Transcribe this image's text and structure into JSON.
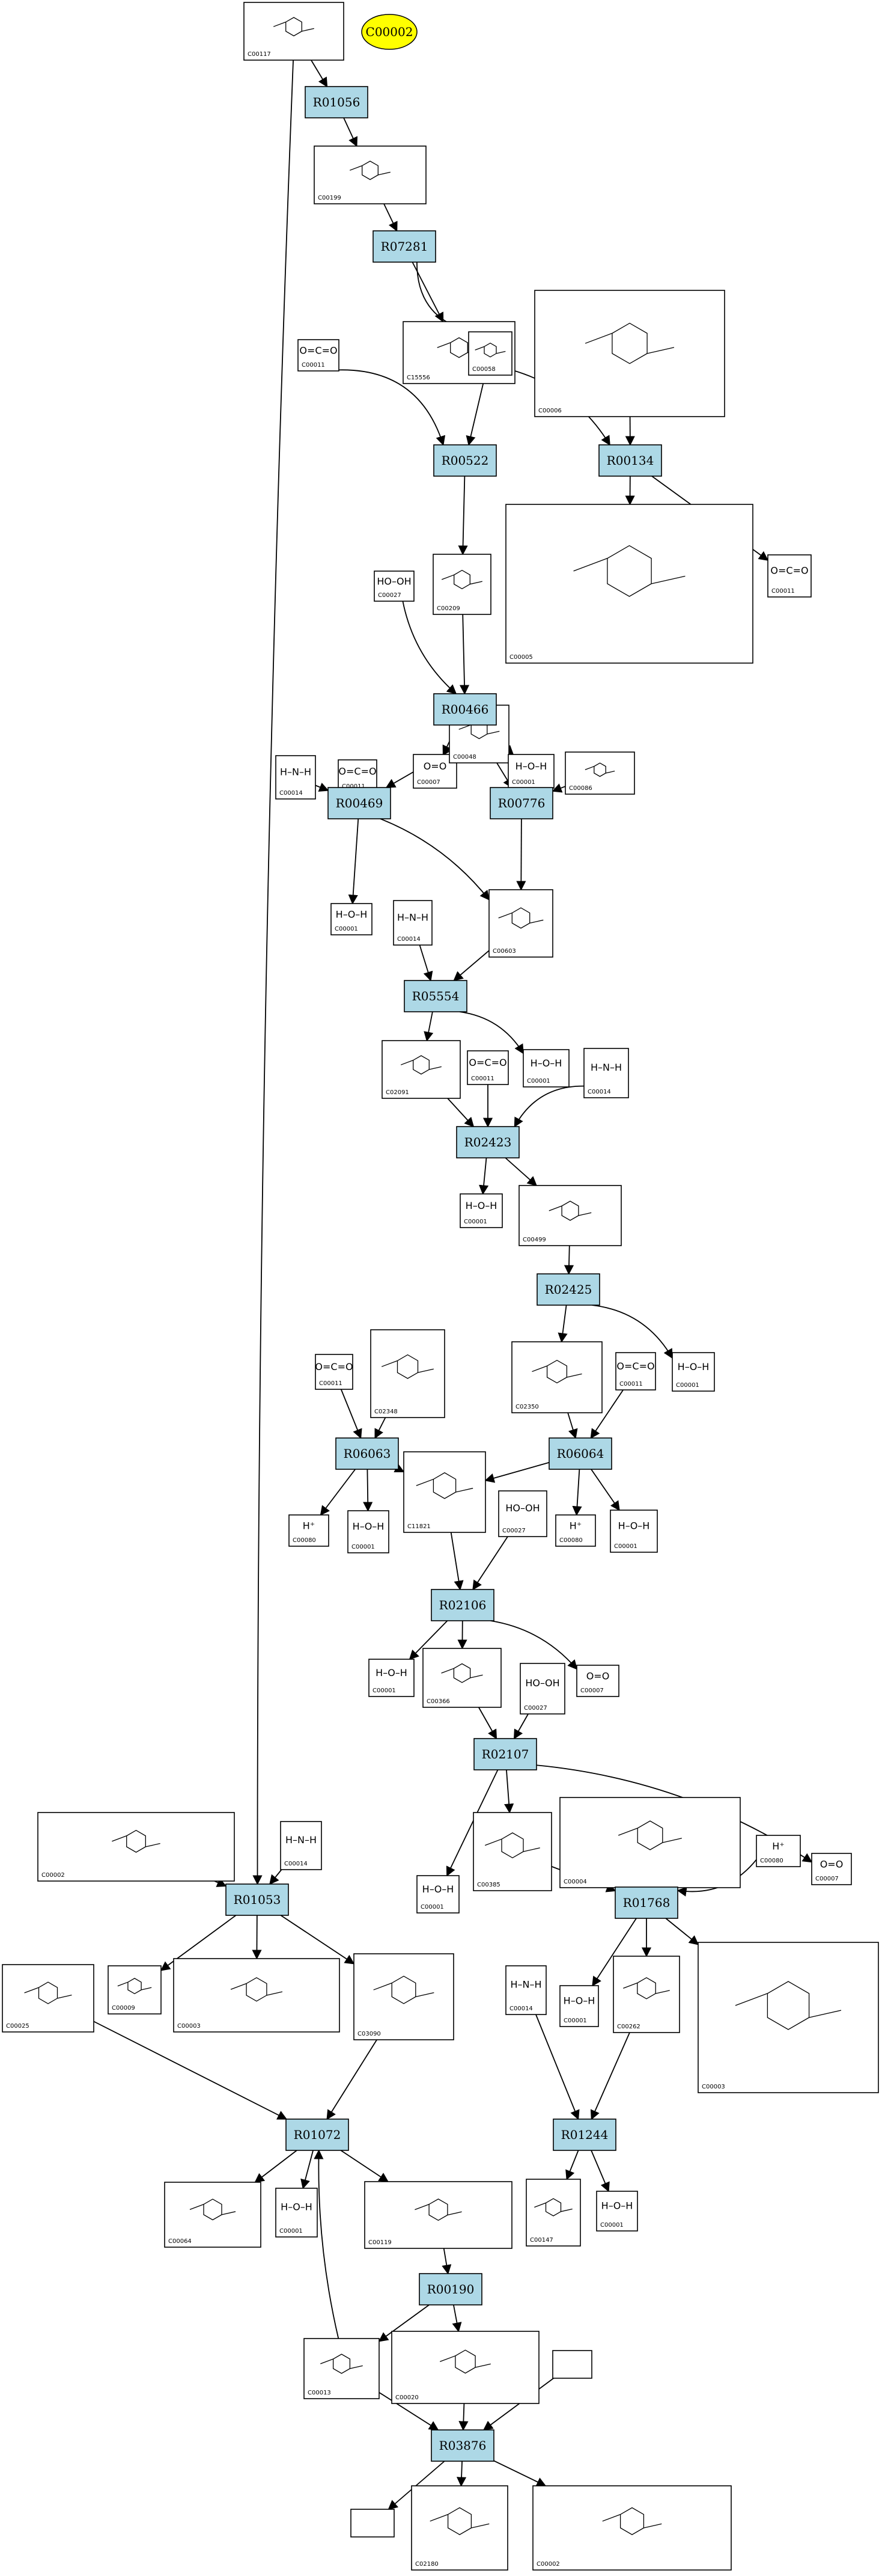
{
  "legend": {
    "label": "C00002"
  },
  "reactions": [
    {
      "id": "R01056"
    },
    {
      "id": "R07281"
    },
    {
      "id": "R00522"
    },
    {
      "id": "R00134"
    },
    {
      "id": "R00466"
    },
    {
      "id": "R00469"
    },
    {
      "id": "R00776"
    },
    {
      "id": "R05554"
    },
    {
      "id": "R02423"
    },
    {
      "id": "R02425"
    },
    {
      "id": "R06063"
    },
    {
      "id": "R06064"
    },
    {
      "id": "R02106"
    },
    {
      "id": "R02107"
    },
    {
      "id": "R01053"
    },
    {
      "id": "R01768"
    },
    {
      "id": "R01072"
    },
    {
      "id": "R01244"
    },
    {
      "id": "R00190"
    },
    {
      "id": "R03876"
    }
  ],
  "compounds": [
    {
      "id": "C00117",
      "formula": ""
    },
    {
      "id": "C00199",
      "formula": ""
    },
    {
      "id": "C15556",
      "formula": ""
    },
    {
      "id": "C00011",
      "formula": "O=C=O"
    },
    {
      "id": "C00058",
      "formula": ""
    },
    {
      "id": "C00006",
      "formula": ""
    },
    {
      "id": "C00005",
      "formula": ""
    },
    {
      "id": "C00027",
      "formula": "HO–OH"
    },
    {
      "id": "C00209",
      "formula": ""
    },
    {
      "id": "C00011",
      "formula": "O=C=O"
    },
    {
      "id": "C00014",
      "formula": "H–N–H"
    },
    {
      "id": "C00007",
      "formula": "O=O"
    },
    {
      "id": "C00048",
      "formula": ""
    },
    {
      "id": "C00001",
      "formula": "H–O–H"
    },
    {
      "id": "C00086",
      "formula": ""
    },
    {
      "id": "C00001",
      "formula": "H–O–H"
    },
    {
      "id": "C00014",
      "formula": "H–N–H"
    },
    {
      "id": "C00603",
      "formula": ""
    },
    {
      "id": "C02091",
      "formula": ""
    },
    {
      "id": "C00011",
      "formula": "O=C=O"
    },
    {
      "id": "C00001",
      "formula": "H–O–H"
    },
    {
      "id": "C00014",
      "formula": "H–N–H"
    },
    {
      "id": "C00001",
      "formula": "H–O–H"
    },
    {
      "id": "C00499",
      "formula": ""
    },
    {
      "id": "C00011",
      "formula": "O=C=O"
    },
    {
      "id": "C02348",
      "formula": ""
    },
    {
      "id": "C02350",
      "formula": ""
    },
    {
      "id": "C00011",
      "formula": "O=C=O"
    },
    {
      "id": "C00001",
      "formula": "H–O–H"
    },
    {
      "id": "C00080",
      "formula": "H⁺"
    },
    {
      "id": "C00001",
      "formula": "H–O–H"
    },
    {
      "id": "C11821",
      "formula": ""
    },
    {
      "id": "C00027",
      "formula": "HO–OH"
    },
    {
      "id": "C00080",
      "formula": "H⁺"
    },
    {
      "id": "C00001",
      "formula": "H–O–H"
    },
    {
      "id": "C00001",
      "formula": "H–O–H"
    },
    {
      "id": "C00366",
      "formula": ""
    },
    {
      "id": "C00027",
      "formula": "HO–OH"
    },
    {
      "id": "C00007",
      "formula": "O=O"
    },
    {
      "id": "C00002",
      "formula": ""
    },
    {
      "id": "C00014",
      "formula": "H–N–H"
    },
    {
      "id": "C00001",
      "formula": "H–O–H"
    },
    {
      "id": "C00385",
      "formula": ""
    },
    {
      "id": "C00004",
      "formula": ""
    },
    {
      "id": "C00080",
      "formula": "H⁺"
    },
    {
      "id": "C00007",
      "formula": "O=O"
    },
    {
      "id": "C00025",
      "formula": ""
    },
    {
      "id": "C00009",
      "formula": ""
    },
    {
      "id": "C00003",
      "formula": ""
    },
    {
      "id": "C03090",
      "formula": ""
    },
    {
      "id": "C00001",
      "formula": "H–O–H"
    },
    {
      "id": "C00262",
      "formula": ""
    },
    {
      "id": "C00003",
      "formula": ""
    },
    {
      "id": "C00014",
      "formula": "H–N–H"
    },
    {
      "id": "C00064",
      "formula": ""
    },
    {
      "id": "C00001",
      "formula": "H–O–H"
    },
    {
      "id": "C00119",
      "formula": ""
    },
    {
      "id": "C00147",
      "formula": ""
    },
    {
      "id": "C00001",
      "formula": "H–O–H"
    },
    {
      "id": "C00013",
      "formula": ""
    },
    {
      "id": "C00020",
      "formula": ""
    },
    {
      "id": "",
      "formula": ""
    },
    {
      "id": "",
      "formula": ""
    },
    {
      "id": "C02180",
      "formula": ""
    },
    {
      "id": "C00002",
      "formula": ""
    }
  ]
}
